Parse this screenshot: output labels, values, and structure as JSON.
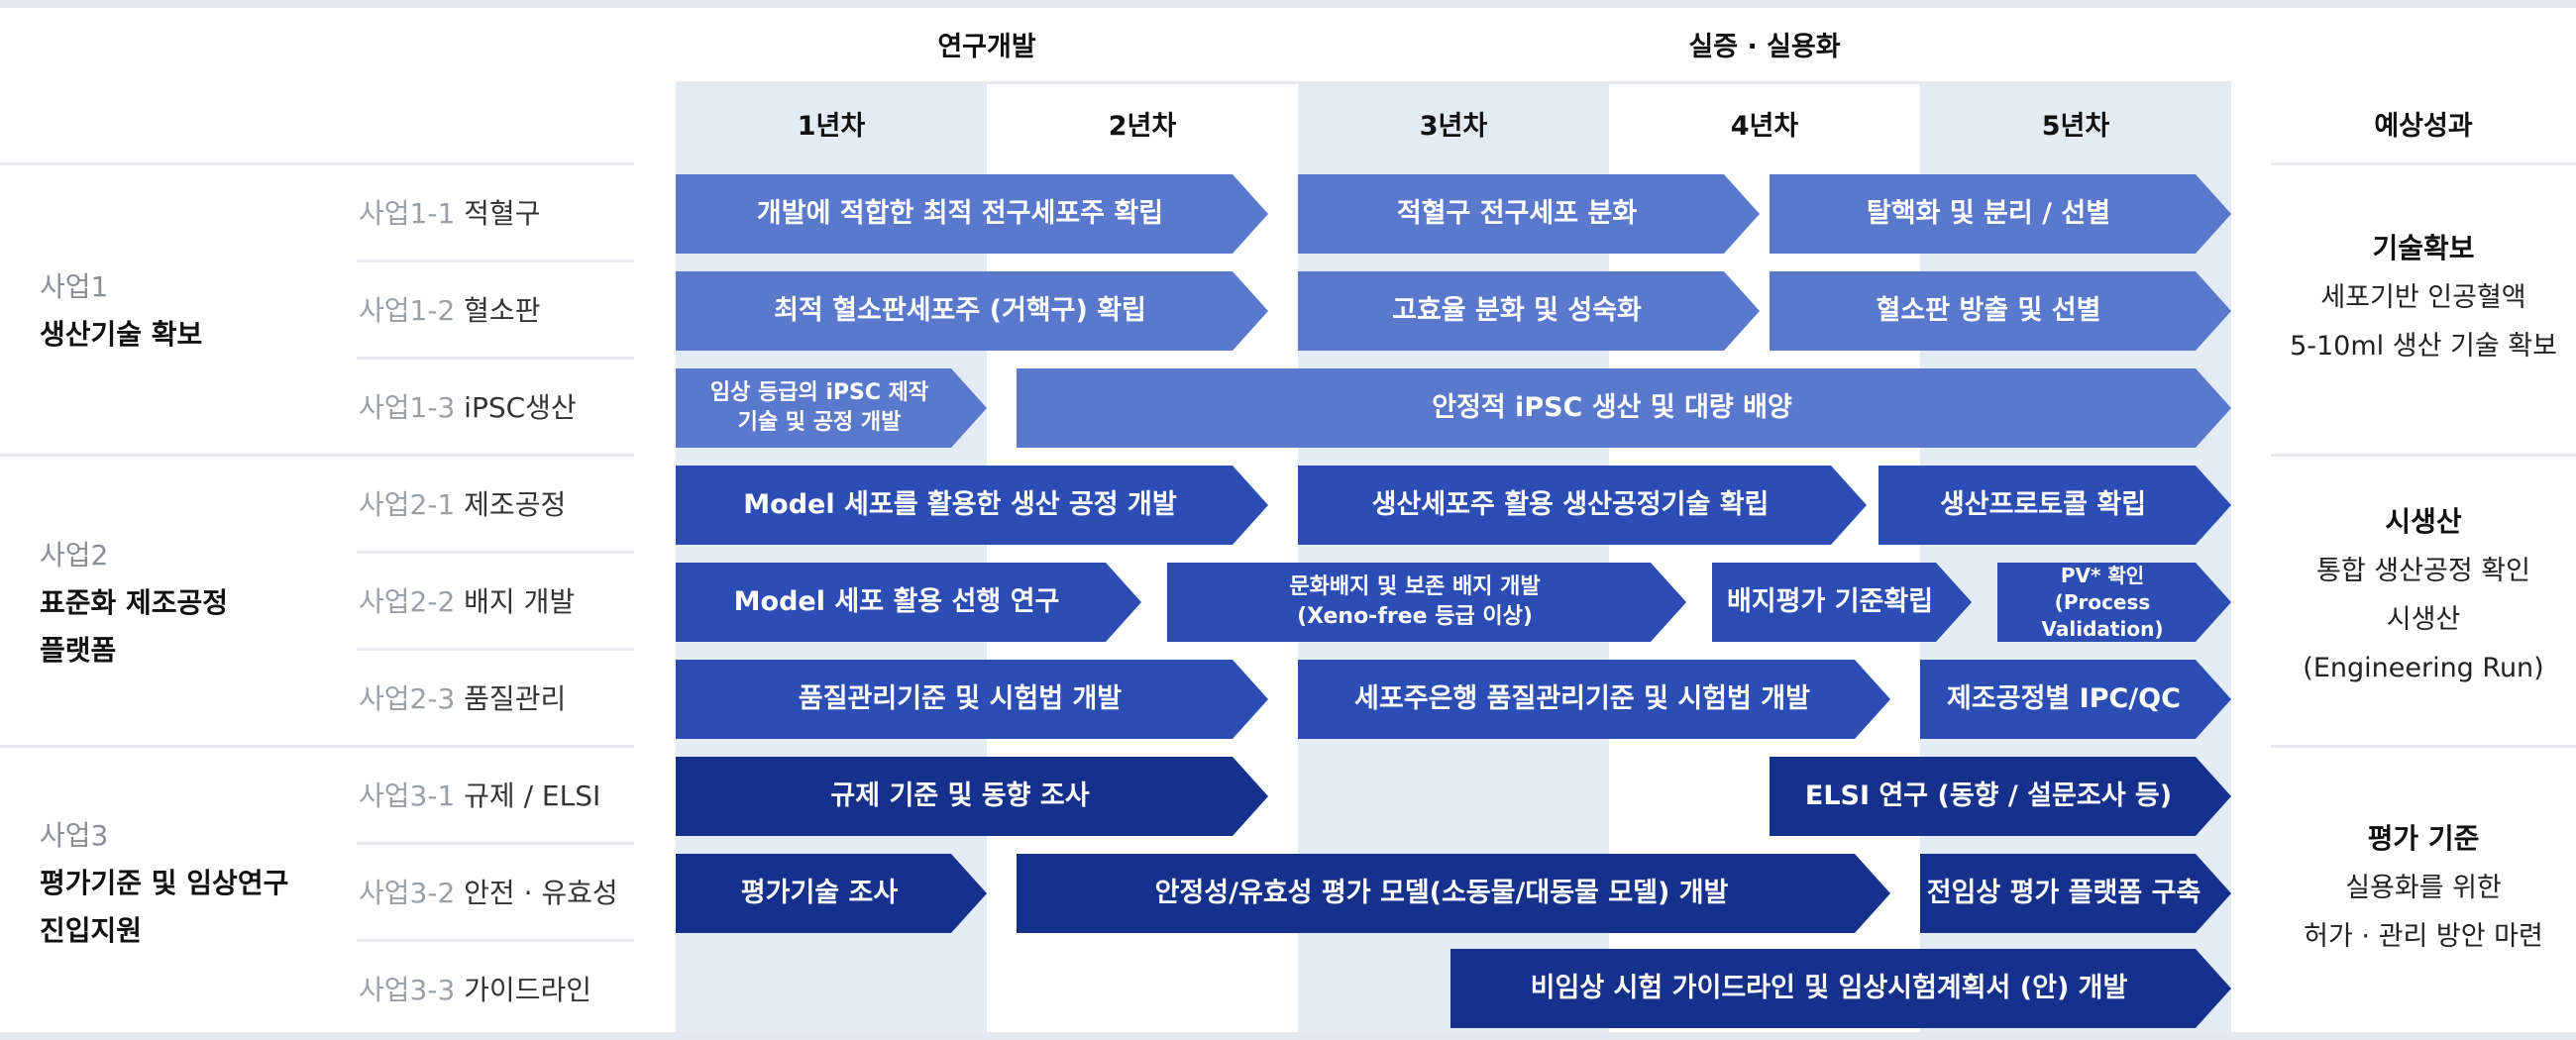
{
  "phases": {
    "rnd": "연구개발",
    "demo": "실증 · 실용화"
  },
  "years": [
    "1년차",
    "2년차",
    "3년차",
    "4년차",
    "5년차"
  ],
  "expected_header": "예상성과",
  "groups": [
    {
      "num": "사업1",
      "title": [
        "생산기술 확보"
      ]
    },
    {
      "num": "사업2",
      "title": [
        "표준화 제조공정",
        "플랫폼"
      ]
    },
    {
      "num": "사업3",
      "title": [
        "평가기준 및 임상연구",
        "진입지원"
      ]
    }
  ],
  "subprojects": [
    {
      "code": "사업1-1",
      "name": "적혈구"
    },
    {
      "code": "사업1-2",
      "name": "혈소판"
    },
    {
      "code": "사업1-3",
      "name": "iPSC생산"
    },
    {
      "code": "사업2-1",
      "name": "제조공정"
    },
    {
      "code": "사업2-2",
      "name": "배지 개발"
    },
    {
      "code": "사업2-3",
      "name": "품질관리"
    },
    {
      "code": "사업3-1",
      "name": "규제 / ELSI"
    },
    {
      "code": "사업3-2",
      "name": "안전 · 유효성"
    },
    {
      "code": "사업3-3",
      "name": "가이드라인"
    }
  ],
  "tasks": [
    {
      "row": 0,
      "lines": [
        "개발에 적합한 최적 전구세포주 확립"
      ]
    },
    {
      "row": 0,
      "lines": [
        "적혈구 전구세포 분화"
      ]
    },
    {
      "row": 0,
      "lines": [
        "탈핵화 및 분리 / 선별"
      ]
    },
    {
      "row": 1,
      "lines": [
        "최적 혈소판세포주 (거핵구) 확립"
      ]
    },
    {
      "row": 1,
      "lines": [
        "고효율 분화 및 성숙화"
      ]
    },
    {
      "row": 1,
      "lines": [
        "혈소판 방출 및 선별"
      ]
    },
    {
      "row": 2,
      "lines": [
        "임상 등급의 iPSC 제작",
        "기술 및 공정 개발"
      ]
    },
    {
      "row": 2,
      "lines": [
        "안정적 iPSC 생산 및 대량 배양"
      ]
    },
    {
      "row": 3,
      "lines": [
        "Model 세포를 활용한 생산 공정 개발"
      ]
    },
    {
      "row": 3,
      "lines": [
        "생산세포주 활용 생산공정기술 확립"
      ]
    },
    {
      "row": 3,
      "lines": [
        "생산프로토콜 확립"
      ]
    },
    {
      "row": 4,
      "lines": [
        "Model 세포 활용 선행 연구"
      ]
    },
    {
      "row": 4,
      "lines": [
        "문화배지 및 보존 배지 개발",
        "(Xeno-free 등급 이상)"
      ]
    },
    {
      "row": 4,
      "lines": [
        "배지평가 기준확립"
      ]
    },
    {
      "row": 4,
      "lines": [
        "PV* 확인",
        "(Process Validation)"
      ]
    },
    {
      "row": 5,
      "lines": [
        "품질관리기준 및 시험법 개발"
      ]
    },
    {
      "row": 5,
      "lines": [
        "세포주은행 품질관리기준 및 시험법 개발"
      ]
    },
    {
      "row": 5,
      "lines": [
        "제조공정별 IPC/QC"
      ]
    },
    {
      "row": 6,
      "lines": [
        "규제 기준 및 동향 조사"
      ]
    },
    {
      "row": 6,
      "lines": [
        "ELSI 연구 (동향 / 설문조사 등)"
      ]
    },
    {
      "row": 7,
      "lines": [
        "평가기술 조사"
      ]
    },
    {
      "row": 7,
      "lines": [
        "안정성/유효성 평가 모델(소동물/대동물 모델) 개발"
      ]
    },
    {
      "row": 7,
      "lines": [
        "전임상 평가 플랫폼 구축"
      ]
    },
    {
      "row": 8,
      "lines": [
        "비임상 시험 가이드라인 및 임상시험계획서 (안) 개발"
      ]
    }
  ],
  "expected": [
    {
      "title": "기술확보",
      "lines": [
        "세포기반 인공혈액",
        "5-10ml 생산 기술 확보"
      ]
    },
    {
      "title": "시생산",
      "lines": [
        "통합 생산공정 확인",
        "시생산",
        "(Engineering Run)"
      ]
    },
    {
      "title": "평가 기준",
      "lines": [
        "실용화를 위한",
        "허가 · 관리 방안 마련"
      ]
    }
  ],
  "colors": {
    "group1_bar": "#5a78cc",
    "group2_bar": "#2c4db3",
    "group3_bar": "#15318c",
    "year_column_shade": "#e3ecf5"
  }
}
